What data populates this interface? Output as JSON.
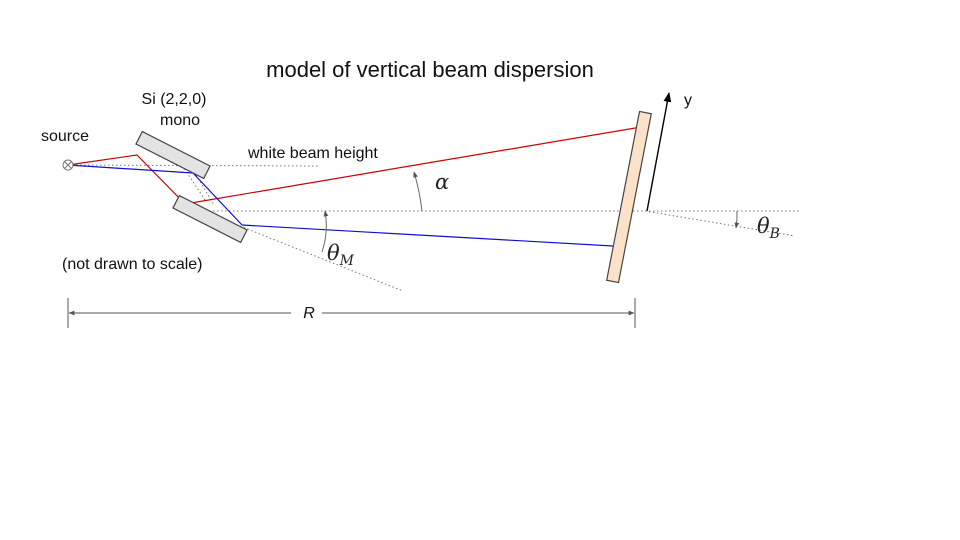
{
  "diagram": {
    "title": "model of vertical beam dispersion",
    "source_label": "source",
    "mono_line1": "Si (2,2,0)",
    "mono_line2": "mono",
    "white_beam_label": "white beam height",
    "note": "(not drawn to scale)",
    "distance_label": "R",
    "axis_label": "y",
    "alpha": "α",
    "theta_m": "θ",
    "theta_m_sub": "M",
    "theta_b": "θ",
    "theta_b_sub": "B"
  },
  "colors": {
    "upper_ray": "#cc0000",
    "lower_ray": "#1010cc",
    "detector_fill": "#fbe1c8",
    "crystal_fill": "#e3e3e3",
    "outline": "#444444",
    "guide": "#777777"
  }
}
